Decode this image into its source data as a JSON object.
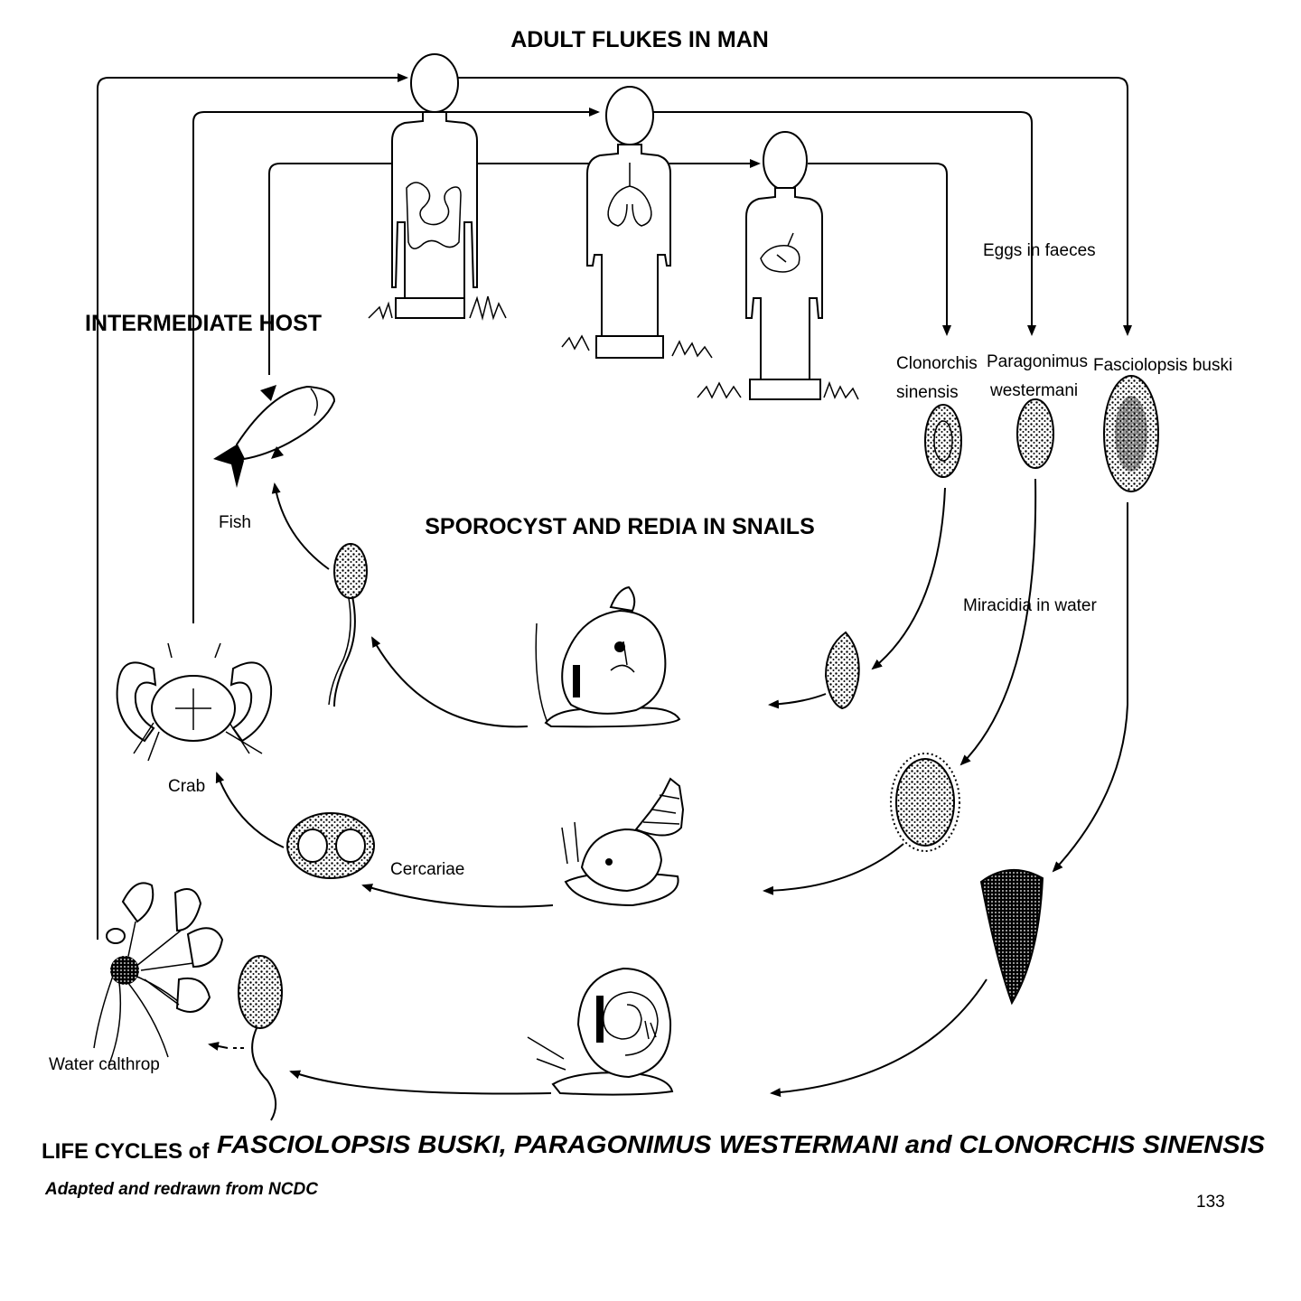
{
  "headings": {
    "adult_flukes": "ADULT FLUKES IN MAN",
    "intermediate_host": "INTERMEDIATE HOST",
    "sporocyst": "SPOROCYST AND REDIA IN SNAILS"
  },
  "labels": {
    "eggs_in_faeces": "Eggs in faeces",
    "miracidia_in_water": "Miracidia in water",
    "clonorchis_line1": "Clonorchis",
    "clonorchis_line2": "sinensis",
    "paragonimus_line1": "Paragonimus",
    "paragonimus_line2": "westermani",
    "fasciolopsis": "Fasciolopsis buski",
    "fish": "Fish",
    "crab": "Crab",
    "cercariae": "Cercariae",
    "water_calthrop": "Water calthrop"
  },
  "footer": {
    "title_prefix": "LIFE CYCLES of",
    "title_species": "FASCIOLOPSIS BUSKI, PARAGONIMUS WESTERMANI and CLONORCHIS  SINENSIS",
    "subtitle": "Adapted and redrawn from NCDC",
    "page_number": "133"
  },
  "icons": [
    "human-figure",
    "egg",
    "miracidium",
    "snail",
    "cercaria",
    "metacercaria",
    "fish",
    "crab",
    "water-plant"
  ]
}
